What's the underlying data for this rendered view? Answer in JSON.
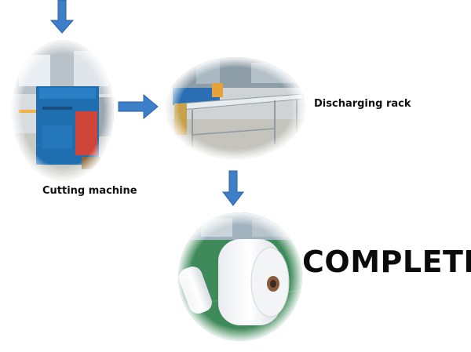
{
  "steps": [
    {
      "label": "Cutting machine"
    },
    {
      "label": "Discharging rack"
    },
    {
      "label": "COMPLETE"
    }
  ],
  "colors": {
    "arrow": "#3d7fc8",
    "arrow_stroke": "#2c62a0",
    "machine_blue": "#1f6fb0",
    "machine_red": "#d0453a",
    "floor_green": "#3f8a5a"
  },
  "icons": [
    "arrow-down-icon",
    "arrow-right-icon",
    "arrow-down-icon"
  ]
}
